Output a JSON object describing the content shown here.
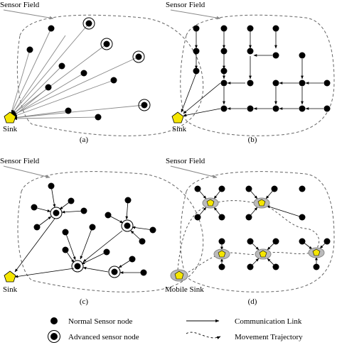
{
  "panels": [
    {
      "caption": "(a)",
      "field_label": "Sensor Field",
      "sink_label": "Sink"
    },
    {
      "caption": "(b)",
      "field_label": "Sensor Field",
      "sink_label": "Sink"
    },
    {
      "caption": "(c)",
      "field_label": "Sensor Field",
      "sink_label": "Sink"
    },
    {
      "caption": "(d)",
      "field_label": "Sensor Field",
      "sink_label": "Mobile Sink"
    }
  ],
  "legend": {
    "normal_node": "Normal Sensor node",
    "advanced_node": "Advanced sensor node",
    "communication_link": "Communication Link",
    "movement_trajectory": "Movement Trajectory"
  },
  "colors": {
    "node": "#000000",
    "sink": "#f5e600",
    "sink_halo": "#bbbbbb",
    "field_border": "#666666"
  }
}
